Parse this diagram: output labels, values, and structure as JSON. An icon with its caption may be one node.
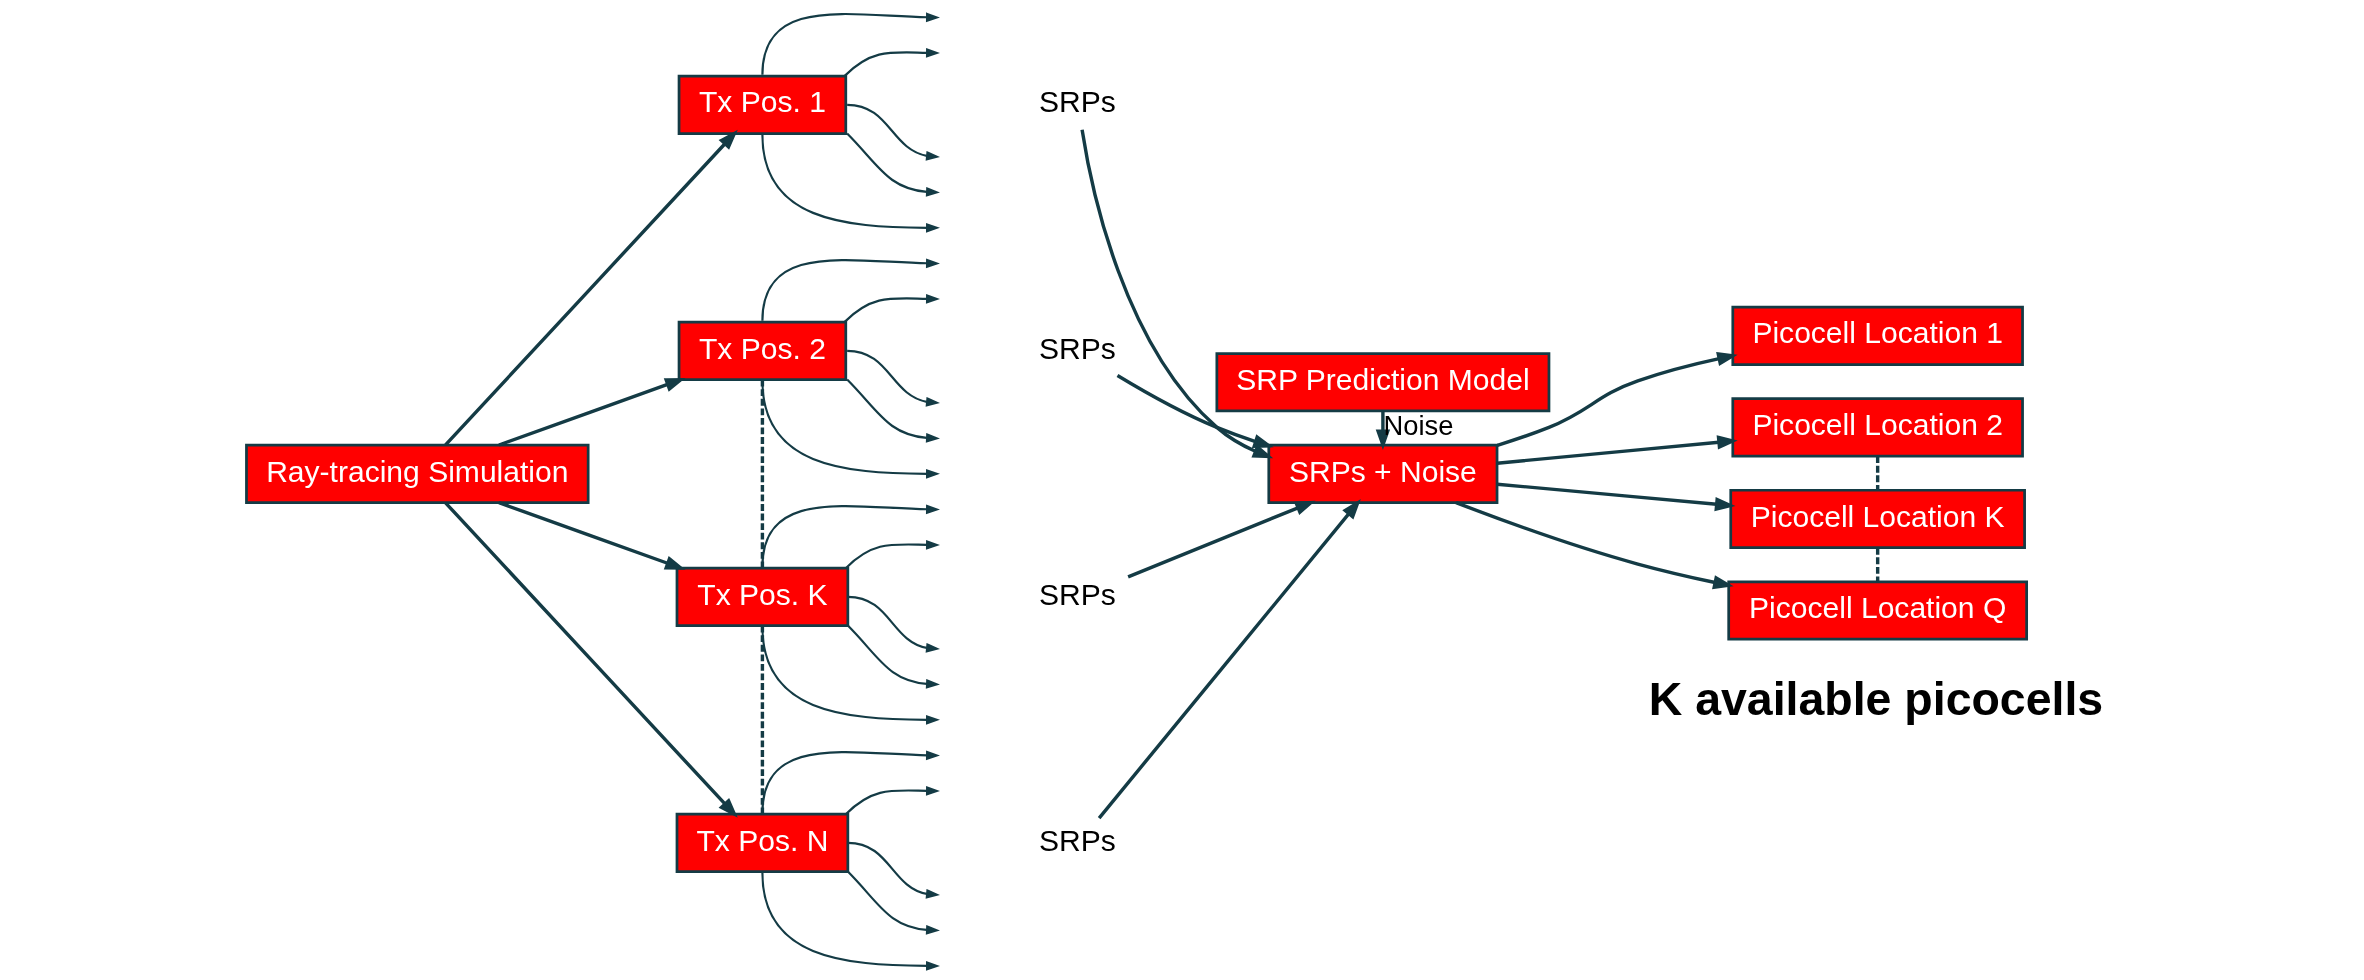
{
  "diagram": {
    "nodes": [
      {
        "text": [
          "Ray-tracing Simulation"
        ]
      },
      {
        "text": [
          "Tx Pos. 1"
        ]
      },
      {
        "text": [
          "Tx Pos. 2"
        ]
      },
      {
        "text": [
          "Tx Pos. K"
        ]
      },
      {
        "text": [
          "Tx Pos. N"
        ]
      },
      {
        "text": [
          "SRPs"
        ]
      },
      {
        "text": [
          "SRPs"
        ]
      },
      {
        "text": [
          "SRPs"
        ]
      },
      {
        "text": [
          "SRPs"
        ]
      },
      {
        "text": [
          "SRP Prediction Model"
        ]
      },
      {
        "text": [
          "SRPs + Noise"
        ]
      },
      {
        "text": [
          "Picocell Location 1"
        ]
      },
      {
        "text": [
          "Picocell Location 2"
        ]
      },
      {
        "text": [
          "Picocell Location K"
        ]
      },
      {
        "text": [
          "Picocell Location Q"
        ]
      }
    ],
    "edges": [
      {
        "from": 0,
        "to": 1,
        "arrow": "to"
      },
      {
        "from": 0,
        "to": 2,
        "arrow": "to"
      },
      {
        "from": 0,
        "to": 3,
        "arrow": "to"
      },
      {
        "from": 0,
        "to": 4,
        "arrow": "to"
      },
      {
        "from": 1,
        "to": null,
        "arrow": "to"
      },
      {
        "from": 1,
        "to": null,
        "arrow": "to"
      },
      {
        "from": 1,
        "to": null,
        "arrow": "to"
      },
      {
        "from": 1,
        "to": null,
        "arrow": "to"
      },
      {
        "from": 1,
        "to": null,
        "arrow": "to"
      },
      {
        "from": 2,
        "to": null,
        "arrow": "to"
      },
      {
        "from": 2,
        "to": null,
        "arrow": "to"
      },
      {
        "from": 2,
        "to": null,
        "arrow": "to"
      },
      {
        "from": 2,
        "to": null,
        "arrow": "to"
      },
      {
        "from": 2,
        "to": null,
        "arrow": "to"
      },
      {
        "from": 3,
        "to": null,
        "arrow": "to"
      },
      {
        "from": 3,
        "to": null,
        "arrow": "to"
      },
      {
        "from": 3,
        "to": null,
        "arrow": "to"
      },
      {
        "from": 3,
        "to": null,
        "arrow": "to"
      },
      {
        "from": 3,
        "to": null,
        "arrow": "to"
      },
      {
        "from": 4,
        "to": null,
        "arrow": "to"
      },
      {
        "from": 4,
        "to": null,
        "arrow": "to"
      },
      {
        "from": 4,
        "to": null,
        "arrow": "to"
      },
      {
        "from": 4,
        "to": null,
        "arrow": "to"
      },
      {
        "from": 4,
        "to": null,
        "arrow": "to"
      },
      {
        "from": 2,
        "to": 3,
        "arrow": "none",
        "style": "dashed"
      },
      {
        "from": 3,
        "to": 4,
        "arrow": "none",
        "style": "dashed"
      },
      {
        "from": 5,
        "to": 10,
        "arrow": "to"
      },
      {
        "from": 6,
        "to": 10,
        "arrow": "to"
      },
      {
        "from": 7,
        "to": 10,
        "arrow": "to"
      },
      {
        "from": 8,
        "to": 10,
        "arrow": "to"
      },
      {
        "from": 9,
        "to": 10,
        "arrow": "to",
        "label": "Noise"
      },
      {
        "from": 10,
        "to": 11,
        "arrow": "to"
      },
      {
        "from": 10,
        "to": 12,
        "arrow": "to"
      },
      {
        "from": 10,
        "to": 13,
        "arrow": "to"
      },
      {
        "from": 10,
        "to": 14,
        "arrow": "to"
      },
      {
        "from": 12,
        "to": 13,
        "arrow": "none",
        "style": "dashed"
      },
      {
        "from": 13,
        "to": 14,
        "arrow": "none",
        "style": "dashed"
      }
    ],
    "labels": [
      "K available picocells"
    ]
  }
}
